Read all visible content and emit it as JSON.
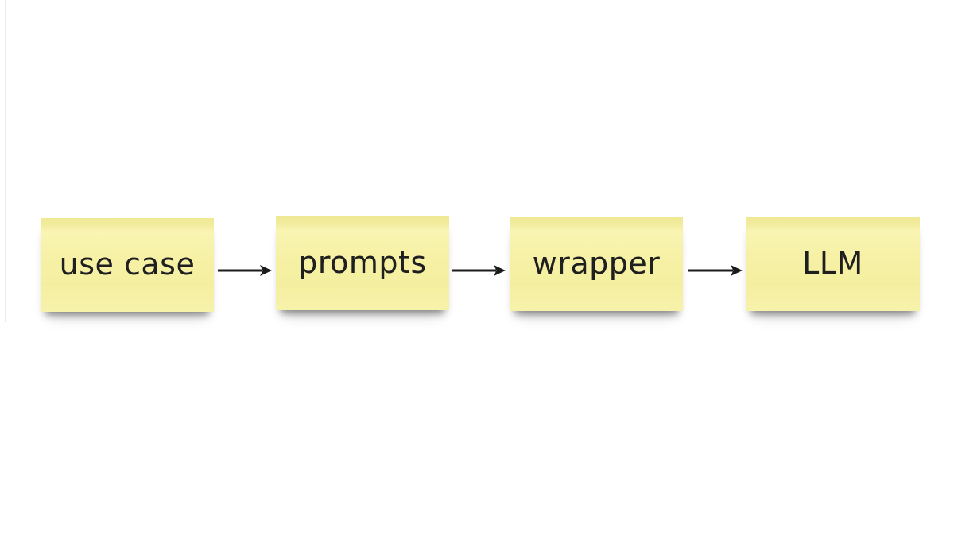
{
  "diagram": {
    "type": "flow",
    "nodes": [
      {
        "id": "use-case",
        "label": "use case"
      },
      {
        "id": "prompts",
        "label": "prompts"
      },
      {
        "id": "wrapper",
        "label": "wrapper"
      },
      {
        "id": "llm",
        "label": "LLM"
      }
    ],
    "arrows": [
      {
        "from": "use case",
        "to": "prompts",
        "direction": "right"
      },
      {
        "from": "prompts",
        "to": "wrapper",
        "direction": "right"
      },
      {
        "from": "wrapper",
        "to": "LLM",
        "direction": "right"
      }
    ],
    "colors": {
      "background": "#ffffff",
      "note_fill": "#f6f1a6",
      "note_fill_top": "#efe994",
      "note_text": "#1f1f1f",
      "arrow": "#1b1b1b",
      "shadow": "rgba(0,0,0,0.42)"
    }
  }
}
